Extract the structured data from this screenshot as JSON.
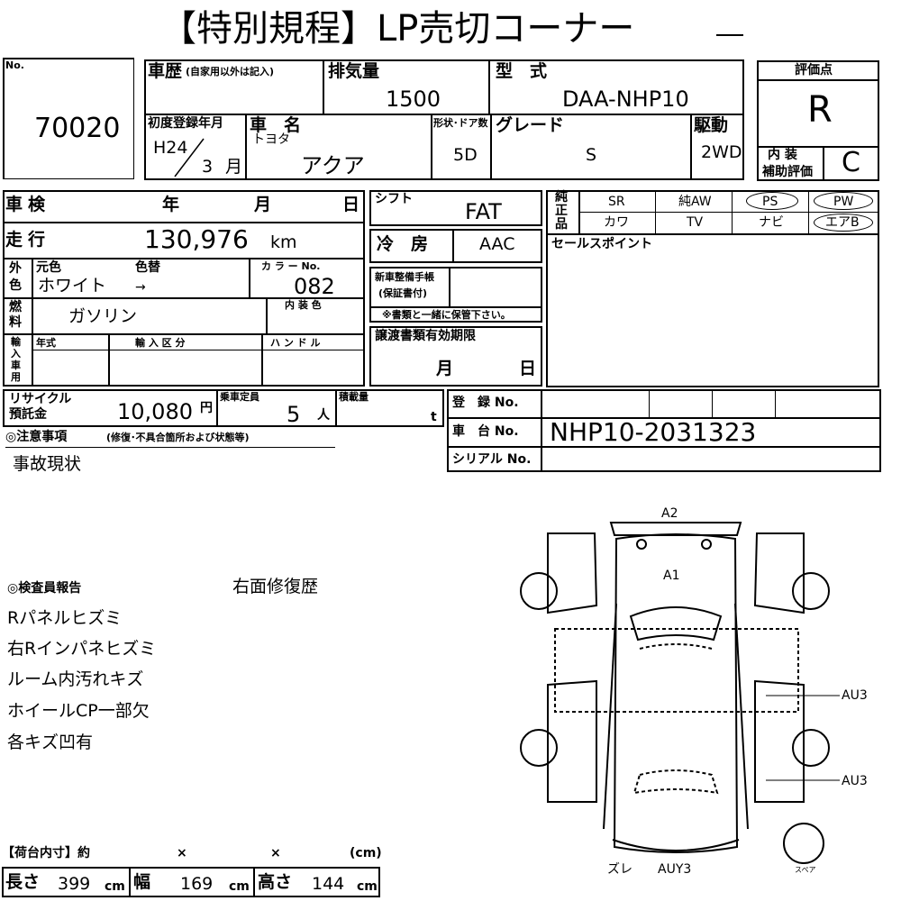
{
  "title": "【特別規程】LP売切コーナー",
  "lot": {
    "no_label": "No.",
    "number": "70020"
  },
  "history": {
    "label": "車歴",
    "note": "(自家用以外は記入)",
    "value": ""
  },
  "displacement": {
    "label": "排気量",
    "value": "1500"
  },
  "model": {
    "label": "型　式",
    "value": "DAA-NHP10"
  },
  "evaluation": {
    "label": "評価点",
    "score": "R",
    "interior_label_1": "内 装",
    "interior_label_2": "補助評価",
    "interior_score": "C"
  },
  "first_reg": {
    "label": "初度登録年月",
    "year": "H24",
    "month": "3",
    "month_unit": "月"
  },
  "car_name": {
    "label": "車　名",
    "maker": "トヨタ",
    "name": "アクア"
  },
  "doors": {
    "label": "形状･ドア数",
    "value": "5D"
  },
  "grade": {
    "label": "グレード",
    "value": "S"
  },
  "drive": {
    "label": "駆動",
    "value": "2WD"
  },
  "shaken": {
    "label": "車検",
    "year": "年",
    "month": "月",
    "day": "日"
  },
  "shift": {
    "label": "シフト",
    "value": "FAT"
  },
  "genuine": {
    "label_1": "純",
    "label_2": "正",
    "label_3": "品",
    "row1": [
      "SR",
      "純AW",
      "PS",
      "PW"
    ],
    "row2": [
      "カワ",
      "TV",
      "ナビ",
      "エアB"
    ]
  },
  "mileage": {
    "label": "走行",
    "value": "130,976",
    "unit": "km"
  },
  "ac": {
    "label": "冷　房",
    "value": "AAC"
  },
  "sales_point": {
    "label": "セールスポイント"
  },
  "color": {
    "side_1": "外",
    "side_2": "色",
    "orig_label": "元色",
    "change_label": "色替",
    "value": "ホワイト",
    "arrow": "→",
    "code_label": "カ ラ ー No.",
    "code": "082"
  },
  "maintenance": {
    "label_1": "新車整備手帳",
    "label_2": "(保証書付)",
    "note": "※書類と一緒に保管下さい。"
  },
  "fuel": {
    "side_1": "燃",
    "side_2": "料",
    "value": "ガソリン",
    "interior_label": "内 装 色"
  },
  "import": {
    "side": [
      "輸",
      "入",
      "車",
      "用"
    ],
    "year_label": "年式",
    "type_label": "輸 入 区 分",
    "handle_label": "ハ ン ド ル"
  },
  "transfer": {
    "label": "譲渡書類有効期限",
    "month": "月",
    "day": "日"
  },
  "recycle": {
    "label_1": "リサイクル",
    "label_2": "預託金",
    "value": "10,080",
    "unit": "円"
  },
  "capacity": {
    "label": "乗車定員",
    "value": "5",
    "unit": "人"
  },
  "load": {
    "label": "積載量",
    "unit": "t"
  },
  "registration": {
    "label": "登　録 No.",
    "value": ""
  },
  "chassis": {
    "label": "車　台 No.",
    "value": "NHP10-2031323"
  },
  "serial": {
    "label": "シリアル No.",
    "value": ""
  },
  "notes": {
    "label": "◎注意事項",
    "sub": "(修復･不具合箇所および状態等)",
    "text": "事故現状"
  },
  "inspector": {
    "label": "◎検査員報告",
    "repair": "右面修復歴",
    "lines": [
      "Rパネルヒズミ",
      "右Rインパネヒズミ",
      "ルーム内汚れキズ",
      "ホイールCP一部欠",
      "各キズ凹有"
    ]
  },
  "diagram": {
    "a2": "A2",
    "a1": "A1",
    "au3_upper": "AU3",
    "au3_lower": "AU3",
    "zure": "ズレ",
    "auy3": "AUY3",
    "spare": "スペア"
  },
  "cargo": {
    "label": "【荷台内寸】約",
    "x1": "×",
    "x2": "×",
    "unit": "(cm)",
    "length_label": "長さ",
    "length": "399",
    "width_label": "幅",
    "width": "169",
    "height_label": "高さ",
    "height": "144",
    "cm": "cm"
  }
}
